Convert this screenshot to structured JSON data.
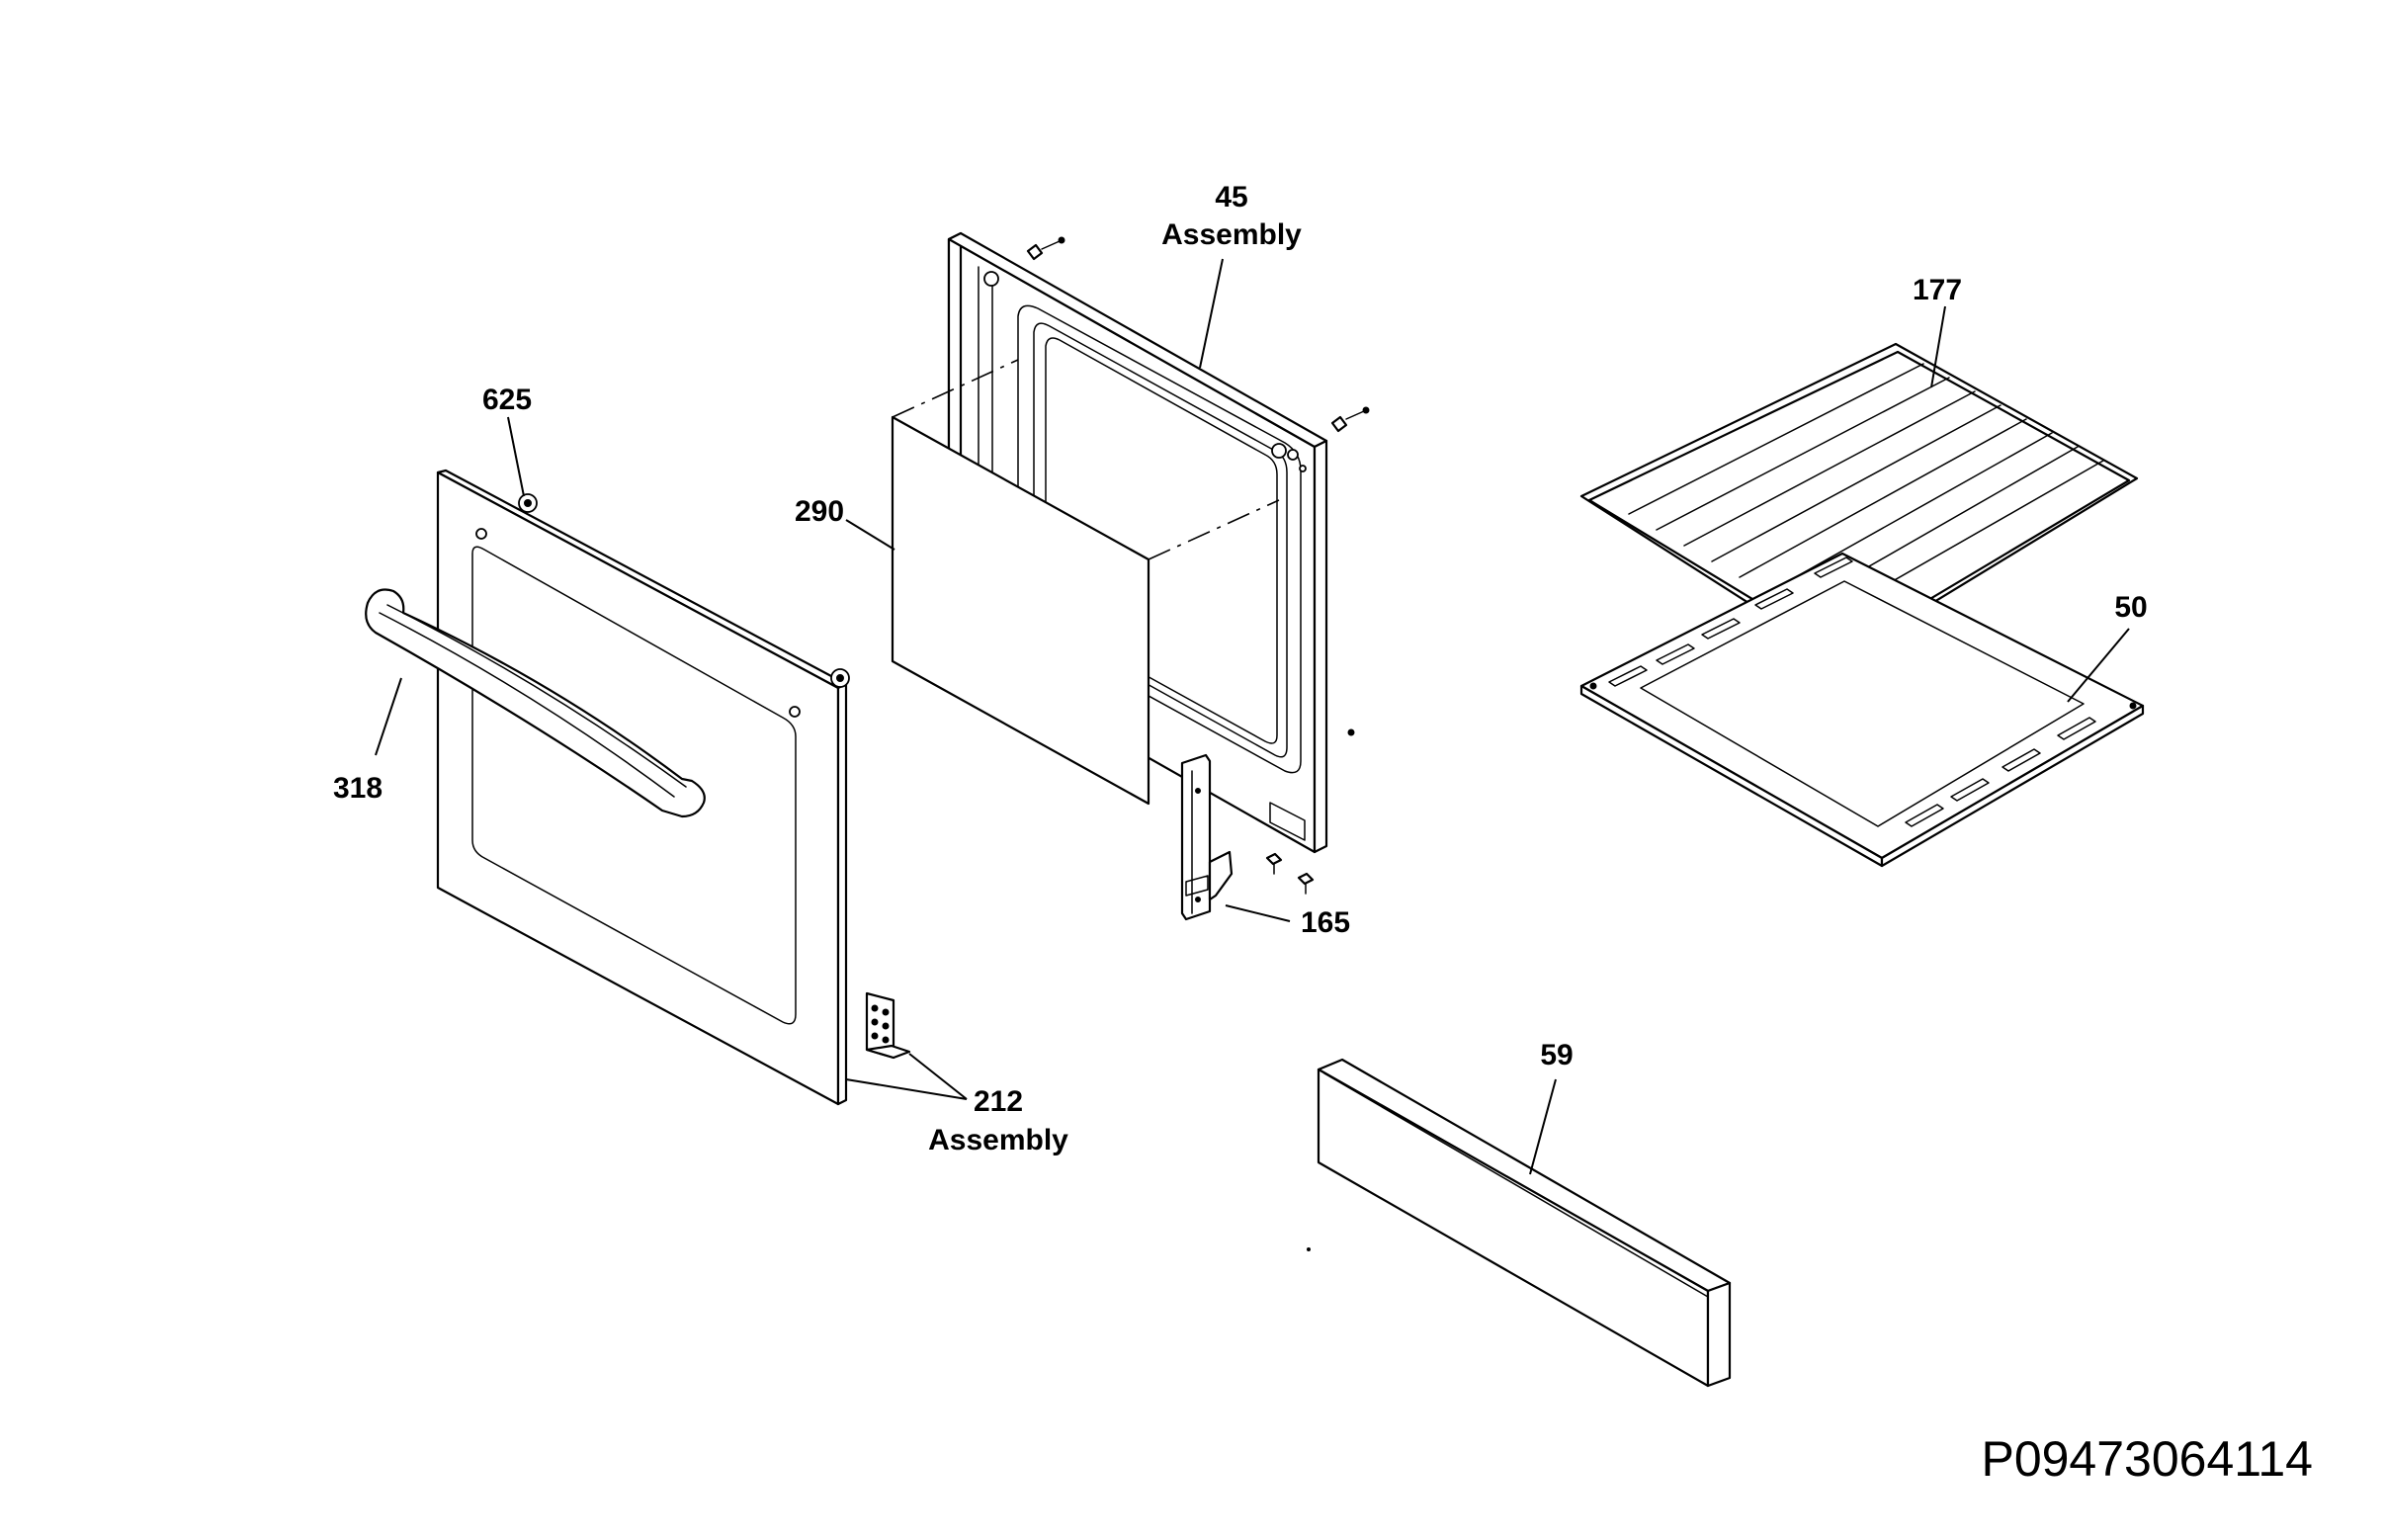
{
  "diagram_id": "P09473064114",
  "callouts": {
    "c45": {
      "number": "45",
      "sub": "Assembly"
    },
    "c625": {
      "number": "625"
    },
    "c290": {
      "number": "290"
    },
    "c177": {
      "number": "177"
    },
    "c50": {
      "number": "50"
    },
    "c318": {
      "number": "318"
    },
    "c165": {
      "number": "165"
    },
    "c59": {
      "number": "59"
    },
    "c212": {
      "number": "212",
      "sub": "Assembly"
    }
  },
  "colors": {
    "line": "#000000",
    "background": "#ffffff"
  }
}
